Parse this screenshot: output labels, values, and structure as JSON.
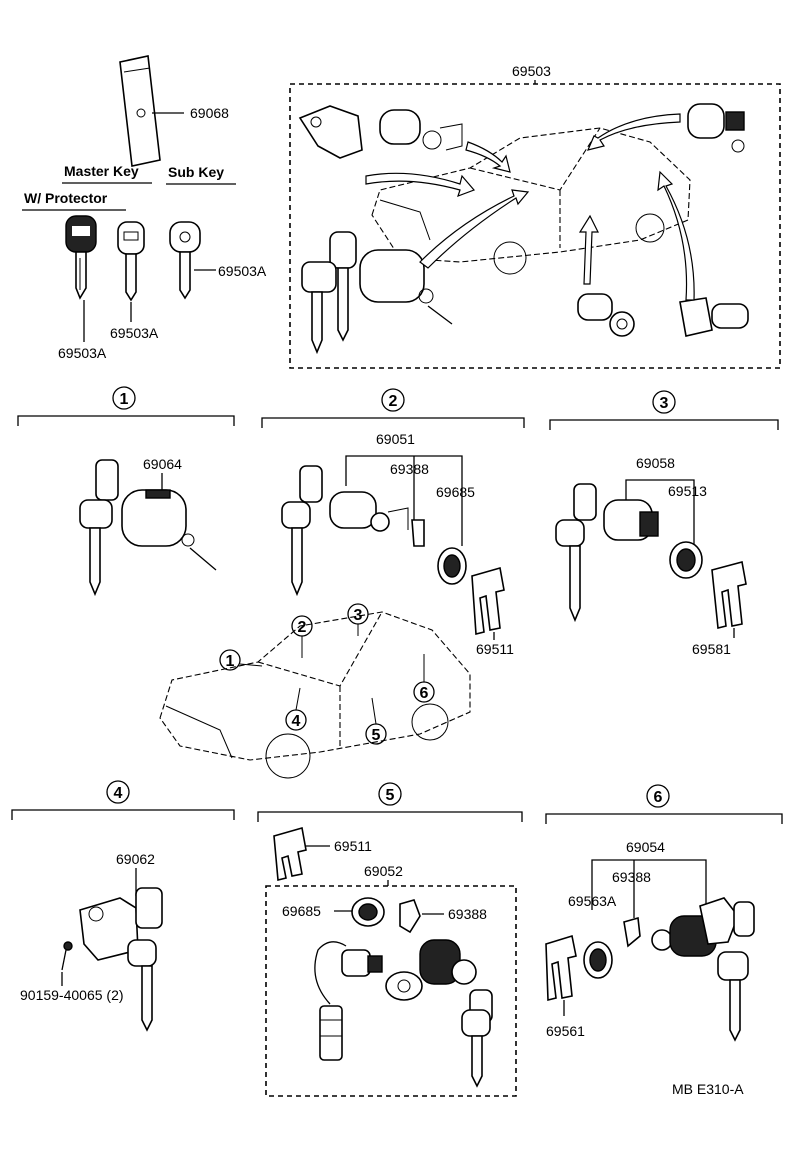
{
  "diagram": {
    "labels": {
      "p69503": "69503",
      "p69068": "69068",
      "master_key": "Master Key",
      "sub_key": "Sub Key",
      "w_protector": "W/ Protector",
      "p69503A_right": "69503A",
      "p69503A_mid": "69503A",
      "p69503A_bottom": "69503A",
      "p69064": "69064",
      "p69051": "69051",
      "p69388_a": "69388",
      "p69685_a": "69685",
      "p69511_a": "69511",
      "p69058": "69058",
      "p69513": "69513",
      "p69581": "69581",
      "p69062": "69062",
      "p90159": "90159-40065 (2)",
      "p69511_b": "69511",
      "p69052": "69052",
      "p69685_b": "69685",
      "p69388_b": "69388",
      "p69054": "69054",
      "p69388_c": "69388",
      "p69563A": "69563A",
      "p69561": "69561",
      "code": "MB  E310-A"
    },
    "sections": [
      "1",
      "2",
      "3",
      "4",
      "5",
      "6"
    ],
    "car_markers": [
      "1",
      "2",
      "3",
      "4",
      "5",
      "6"
    ]
  }
}
